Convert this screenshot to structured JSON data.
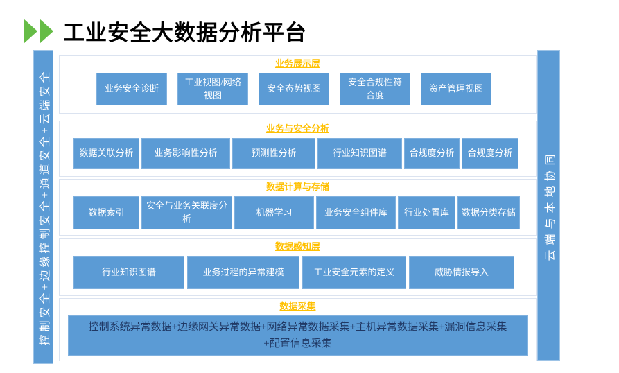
{
  "title": "工业安全大数据分析平台",
  "left_bar": {
    "label": "控制安全+边缘控制安全+通道安全+云端安全"
  },
  "right_bar": {
    "label": "云端与本地协同"
  },
  "colors": {
    "box_blue": "#5b9bd5",
    "header_yellow": "#ffc000",
    "arrow_green": "#66bc46",
    "collect_text": "#203864"
  },
  "layers": [
    {
      "header": "业务展示层",
      "boxes": [
        "业务安全诊断",
        "工业视图/网络视图",
        "安全态势视图",
        "安全合规性符合度",
        "资产管理视图"
      ]
    },
    {
      "header": "业务与安全分析",
      "boxes": [
        "数据关联分析",
        "业务影响性分析",
        "预测性分析",
        "行业知识图谱",
        "合规度分析",
        "合规度分析"
      ]
    },
    {
      "header": "数据计算与存储",
      "boxes": [
        "数据索引",
        "安全与业务关联度分析",
        "机器学习",
        "业务安全组件库",
        "行业处置库",
        "数据分类存储"
      ]
    },
    {
      "header": "数据感知层",
      "boxes": [
        "行业知识图谱",
        "业务过程的异常建模",
        "工业安全元素的定义",
        "威胁情报导入"
      ]
    },
    {
      "header": "数据采集",
      "boxes": [
        "控制系统异常数据+边缘网关异常数据+网络异常数据采集+主机异常数据采集+漏洞信息采集+配置信息采集"
      ]
    }
  ]
}
